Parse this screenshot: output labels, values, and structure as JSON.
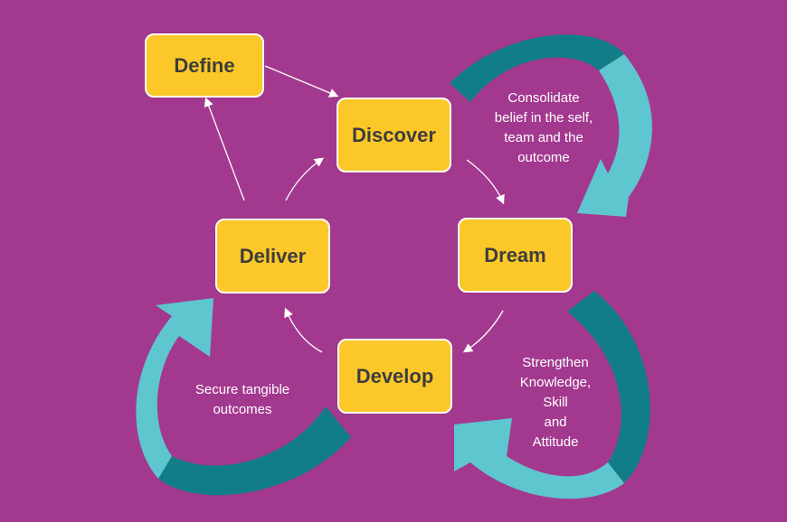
{
  "colors": {
    "background": "#a3398f",
    "box_fill": "#fcc829",
    "box_text": "#3d3d3d",
    "arrow_light": "#5ec6cf",
    "arrow_dark": "#117d86",
    "connector": "#ffffff"
  },
  "nodes": {
    "define": "Define",
    "discover": "Discover",
    "dream": "Dream",
    "deliver": "Deliver",
    "develop": "Develop"
  },
  "notes": {
    "consolidate": [
      "Consolidate",
      "belief in the self,",
      "team and the",
      "outcome"
    ],
    "strengthen": [
      "Strengthen",
      "Knowledge,",
      "Skill",
      "and",
      "Attitude"
    ],
    "secure": [
      "Secure tangible",
      "outcomes"
    ]
  }
}
